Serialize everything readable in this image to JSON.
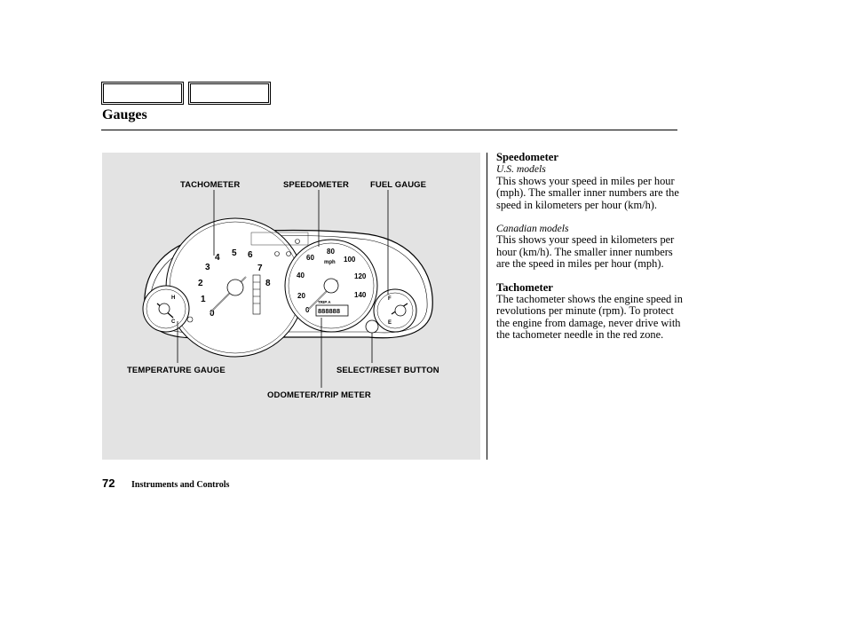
{
  "header": {
    "nav_buttons": [
      "",
      ""
    ],
    "title": "Gauges"
  },
  "figure": {
    "callouts": {
      "tachometer": "TACHOMETER",
      "speedometer": "SPEEDOMETER",
      "fuel_gauge": "FUEL GAUGE",
      "temperature_gauge": "TEMPERATURE GAUGE",
      "select_reset_button": "SELECT/RESET BUTTON",
      "odometer_trip_meter": "ODOMETER/TRIP METER"
    },
    "tach_numbers": [
      "0",
      "1",
      "2",
      "3",
      "4",
      "5",
      "6",
      "7",
      "8"
    ],
    "speed_numbers": [
      "0",
      "20",
      "40",
      "60",
      "80",
      "100",
      "120",
      "140"
    ],
    "speed_unit": "mph",
    "temp_labels": [
      "H",
      "C"
    ],
    "fuel_labels": [
      "F",
      "E"
    ],
    "odometer_reading": "888888",
    "trip_label": "TRIP A"
  },
  "text": {
    "speedometer": {
      "heading": "Speedometer",
      "us_label": "U.S. models",
      "us_body": "This shows your speed in miles per hour (mph). The smaller inner numbers are the speed in kilometers per hour (km/h).",
      "canada_label": "Canadian models",
      "canada_body": "This shows your speed in kilometers per hour (km/h). The smaller inner numbers are the speed in miles per hour (mph)."
    },
    "tachometer": {
      "heading": "Tachometer",
      "body": "The tachometer shows the engine speed in revolutions per minute (rpm). To protect the engine from damage, never drive with the tachometer needle in the red zone."
    }
  },
  "footer": {
    "page_number": "72",
    "section": "Instruments and Controls"
  }
}
